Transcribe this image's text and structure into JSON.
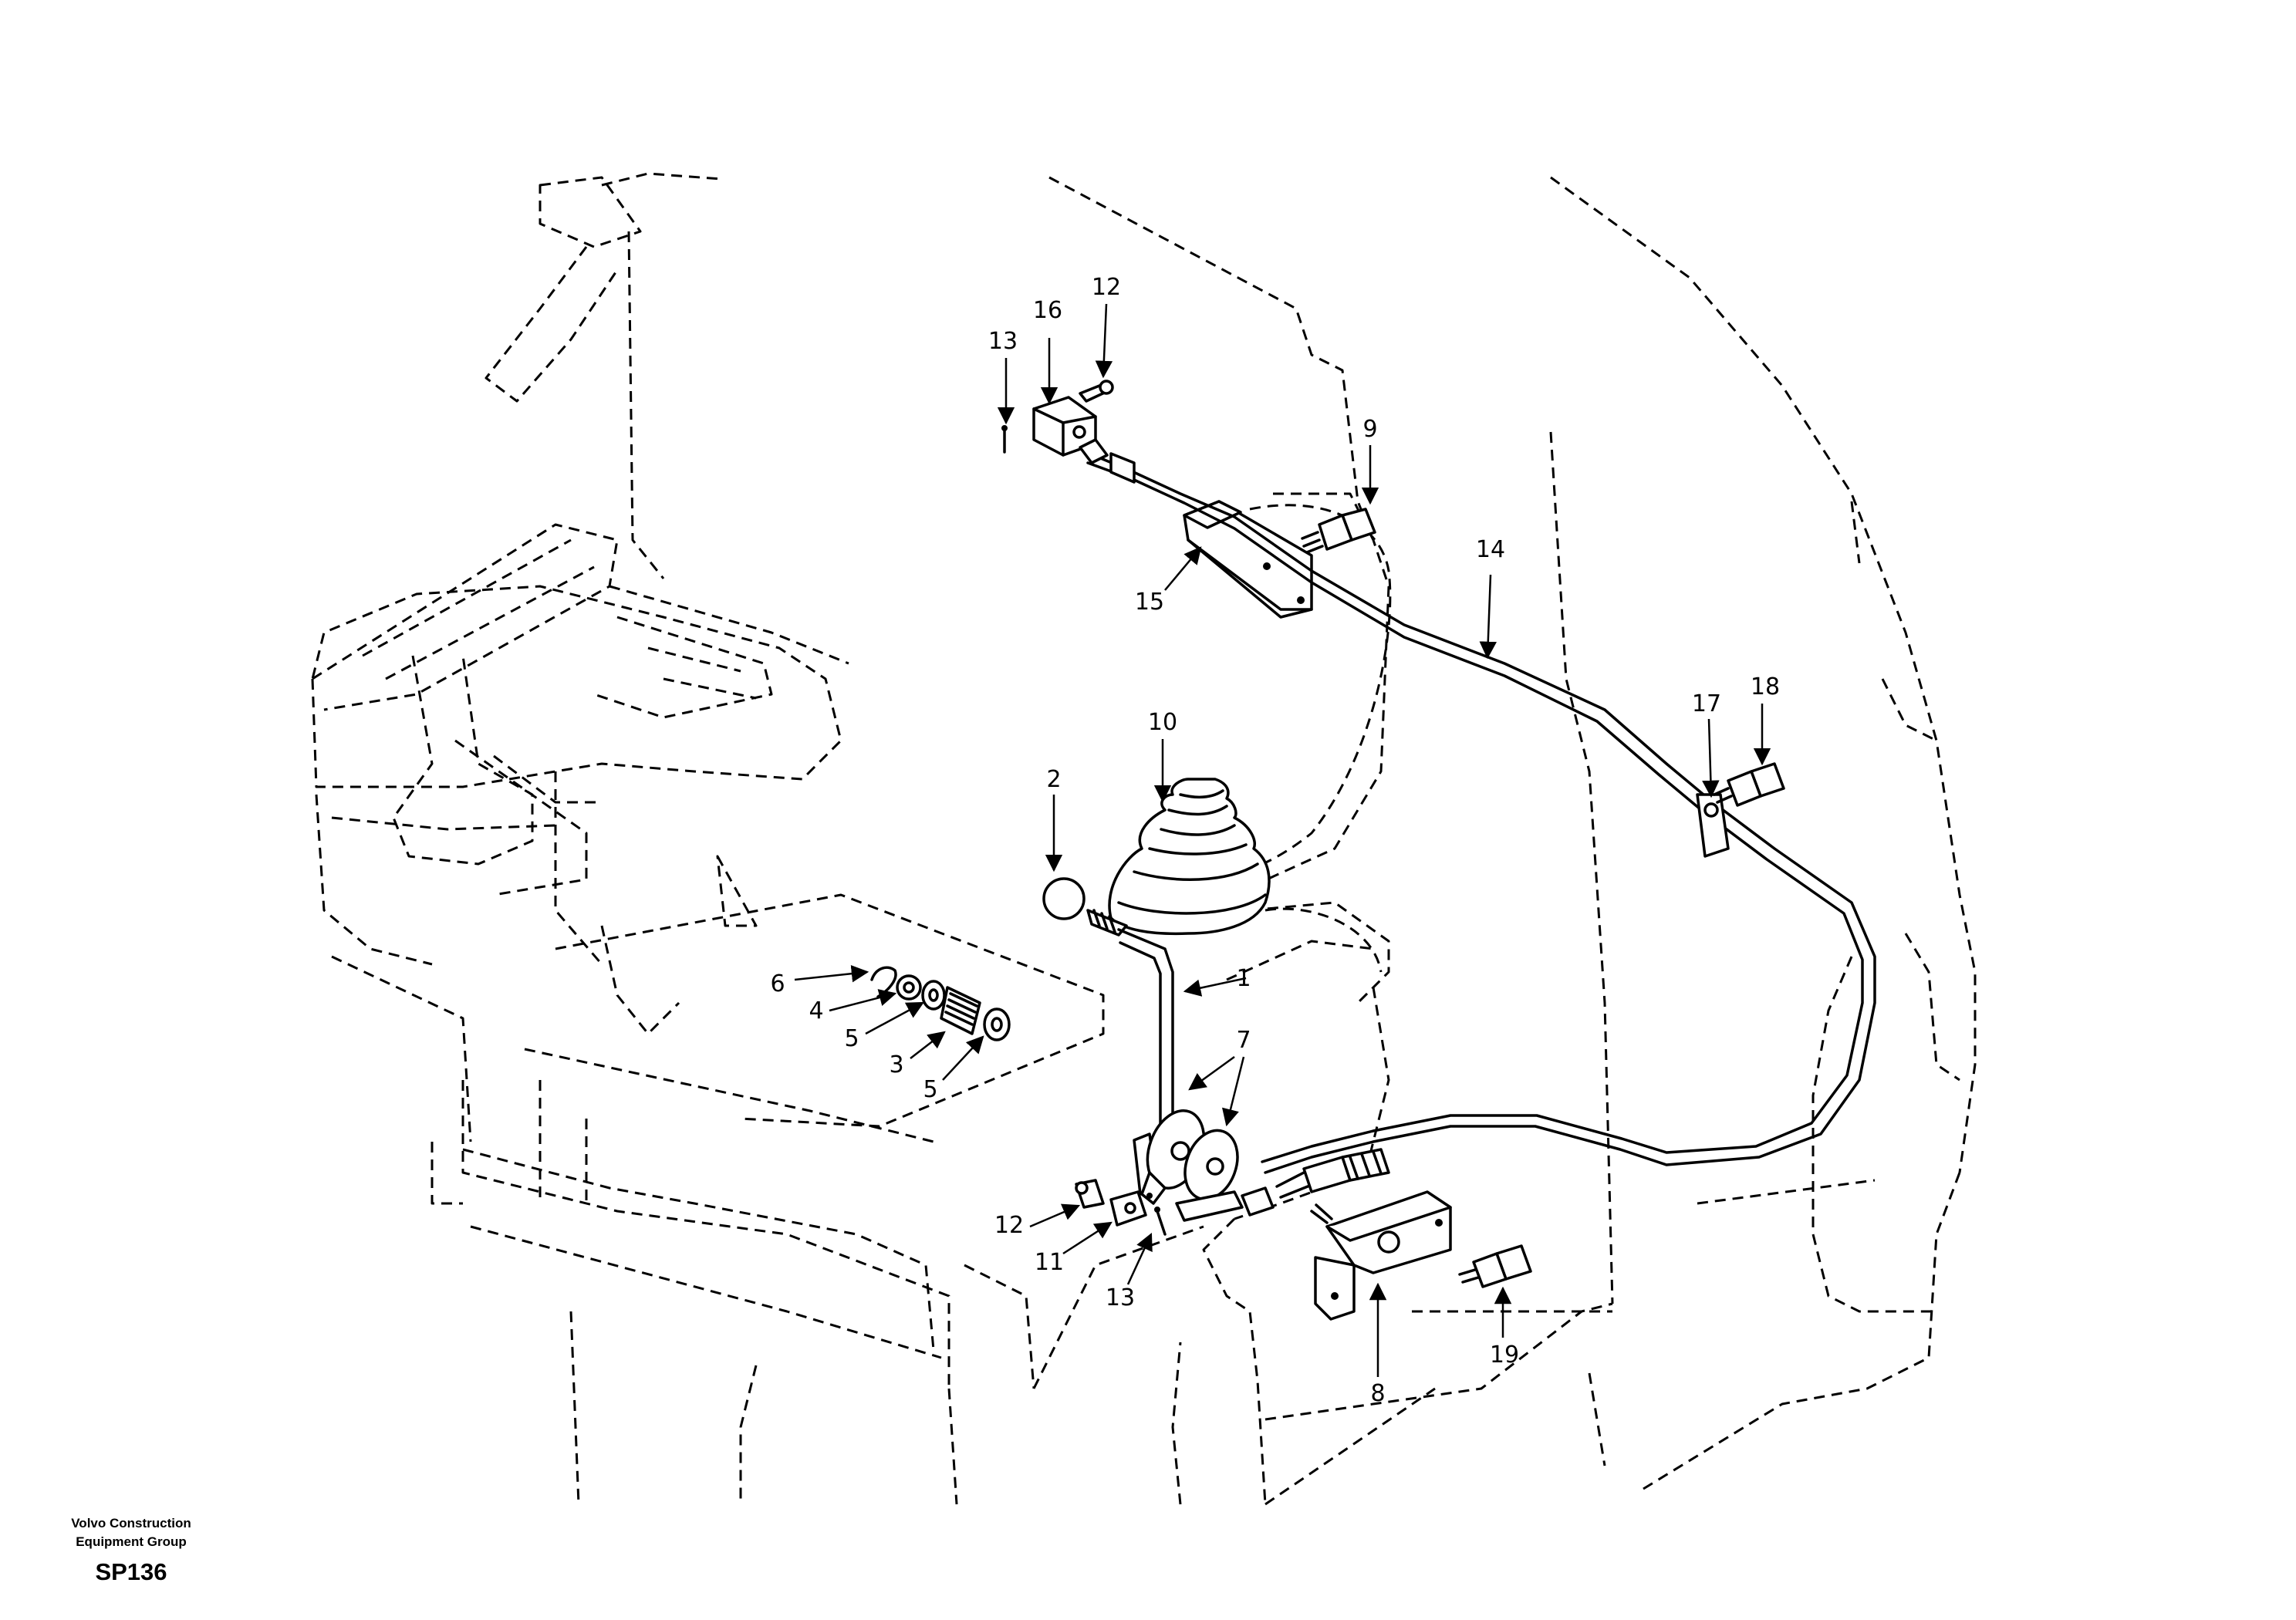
{
  "callouts": [
    {
      "id": "1",
      "label": "1"
    },
    {
      "id": "2",
      "label": "2"
    },
    {
      "id": "3",
      "label": "3"
    },
    {
      "id": "4",
      "label": "4"
    },
    {
      "id": "5a",
      "label": "5"
    },
    {
      "id": "5b",
      "label": "5"
    },
    {
      "id": "6",
      "label": "6"
    },
    {
      "id": "7",
      "label": "7"
    },
    {
      "id": "8",
      "label": "8"
    },
    {
      "id": "9",
      "label": "9"
    },
    {
      "id": "10",
      "label": "10"
    },
    {
      "id": "11",
      "label": "11"
    },
    {
      "id": "12a",
      "label": "12"
    },
    {
      "id": "12b",
      "label": "12"
    },
    {
      "id": "13a",
      "label": "13"
    },
    {
      "id": "13b",
      "label": "13"
    },
    {
      "id": "14",
      "label": "14"
    },
    {
      "id": "15",
      "label": "15"
    },
    {
      "id": "16",
      "label": "16"
    },
    {
      "id": "17",
      "label": "17"
    },
    {
      "id": "18",
      "label": "18"
    },
    {
      "id": "19",
      "label": "19"
    }
  ],
  "footer": {
    "company_line1": "Volvo Construction",
    "company_line2": "Equipment Group",
    "drawing_code": "SP136"
  }
}
